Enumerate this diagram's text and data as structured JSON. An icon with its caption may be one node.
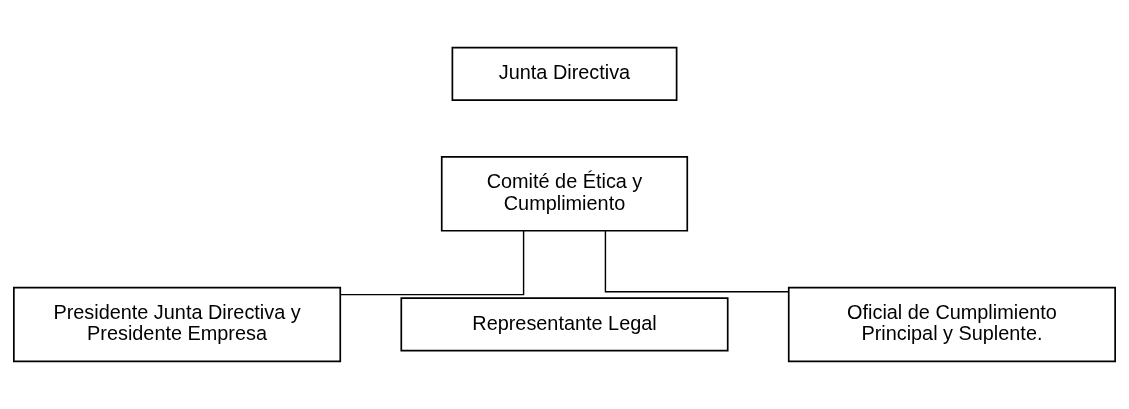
{
  "diagram": {
    "nodes": [
      {
        "text": [
          "Junta Directiva"
        ]
      },
      {
        "text": [
          "Comité de Ética y Cumplimiento"
        ]
      },
      {
        "text": [
          "Presidente Junta Directiva y Presidente Empresa"
        ]
      },
      {
        "text": [
          "Representante Legal"
        ]
      },
      {
        "text": [
          "Oficial de Cumplimiento Principal y Suplente."
        ]
      }
    ],
    "edges": [
      {
        "from": 1,
        "to": 2,
        "arrow": "none"
      },
      {
        "from": 1,
        "to": 4,
        "arrow": "none"
      }
    ]
  }
}
